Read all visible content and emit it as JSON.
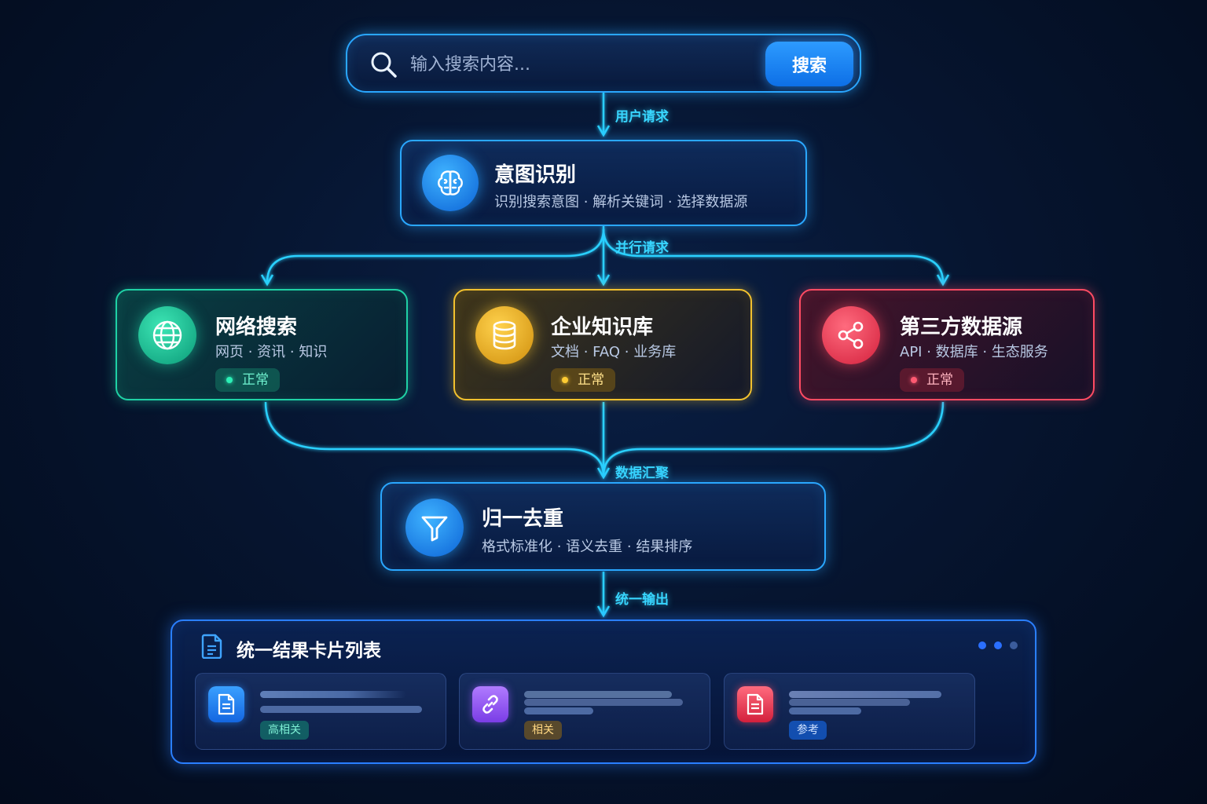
{
  "search": {
    "placeholder": "输入搜索内容...",
    "button_label": "搜索"
  },
  "edges": {
    "user_request": "用户请求",
    "parallel_request": "并行请求",
    "data_merge": "数据汇聚",
    "unified_output": "统一输出"
  },
  "intent": {
    "title": "意图识别",
    "subtitle": "识别搜索意图 · 解析关键词 · 选择数据源",
    "icon": "brain-icon"
  },
  "sources": [
    {
      "title": "网络搜索",
      "subtitle": "网页 · 资讯 · 知识",
      "status": "正常",
      "icon": "globe-icon",
      "color": "#1fd1a5"
    },
    {
      "title": "企业知识库",
      "subtitle": "文档 · FAQ · 业务库",
      "status": "正常",
      "icon": "database-icon",
      "color": "#f2c12e"
    },
    {
      "title": "第三方数据源",
      "subtitle": "API · 数据库 · 生态服务",
      "status": "正常",
      "icon": "share-icon",
      "color": "#ff4b63"
    }
  ],
  "normalize": {
    "title": "归一去重",
    "subtitle": "格式标准化 · 语义去重 · 结果排序",
    "icon": "filter-icon"
  },
  "results": {
    "title": "统一结果卡片列表",
    "cards": [
      {
        "tag": "高相关",
        "icon": "document-icon",
        "color": "#2a8cff"
      },
      {
        "tag": "相关",
        "icon": "link-icon",
        "color": "#9b5cff"
      },
      {
        "tag": "参考",
        "icon": "document-icon",
        "color": "#ff4b63"
      }
    ]
  },
  "colors": {
    "accent": "#2aa7ff",
    "edge": "#2ad0ff"
  }
}
